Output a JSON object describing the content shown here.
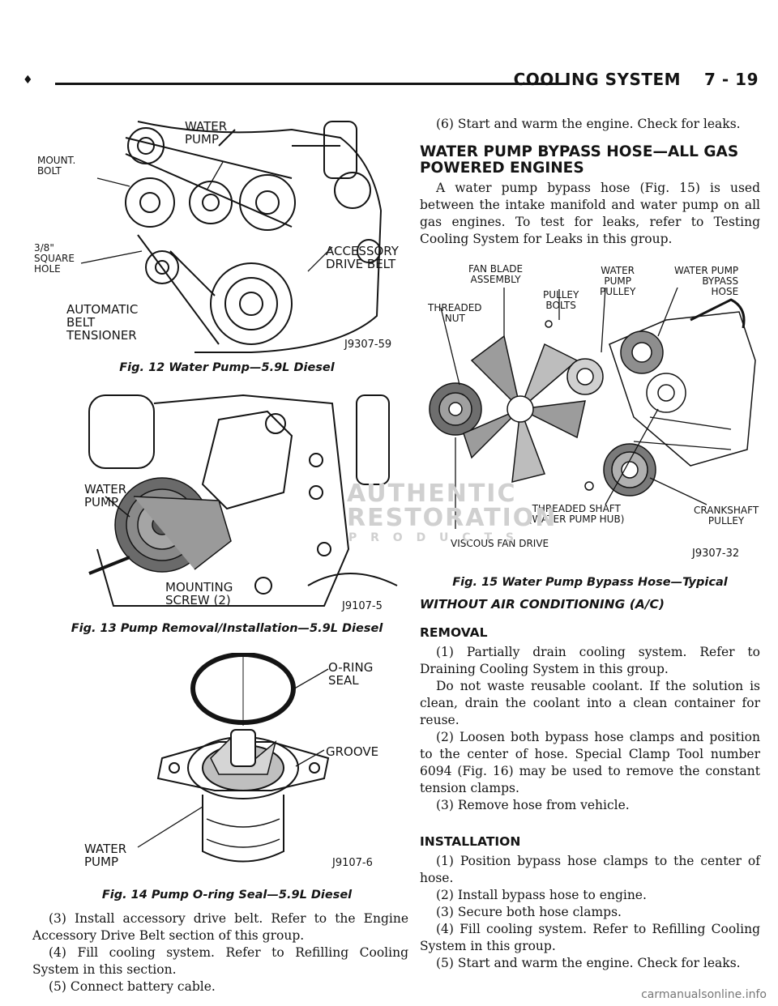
{
  "header": {
    "section": "COOLING SYSTEM",
    "page": "7 - 19",
    "marker": "♦"
  },
  "fig12": {
    "caption": "Fig. 12 Water Pump—5.9L Diesel",
    "code": "J9307-59",
    "labels": {
      "water_pump": "WATER\nPUMP",
      "mount_bolt": "MOUNT.\nBOLT",
      "square_hole": "3/8\"\nSQUARE\nHOLE",
      "tensioner": "AUTOMATIC\nBELT\nTENSIONER",
      "drive_belt": "ACCESSORY\nDRIVE BELT"
    }
  },
  "fig13": {
    "caption": "Fig. 13 Pump Removal/Installation—5.9L Diesel",
    "code": "J9107-5",
    "labels": {
      "water_pump": "WATER\nPUMP",
      "mounting_screw": "MOUNTING\nSCREW (2)"
    }
  },
  "fig14": {
    "caption": "Fig. 14 Pump O-ring Seal—5.9L Diesel",
    "code": "J9107-6",
    "labels": {
      "oring": "O-RING\nSEAL",
      "groove": "GROOVE",
      "water_pump": "WATER\nPUMP"
    }
  },
  "fig15": {
    "caption": "Fig. 15 Water Pump Bypass Hose—Typical",
    "code": "J9307-32",
    "labels": {
      "fan_blade": "FAN BLADE\nASSEMBLY",
      "threaded_nut": "THREADED\nNUT",
      "pulley_bolts": "PULLEY\nBOLTS",
      "wp_pulley": "WATER\nPUMP\nPULLEY",
      "bypass_hose": "WATER PUMP\nBYPASS\nHOSE",
      "threaded_shaft": "THREADED SHAFT\n(WATER PUMP HUB)",
      "crank_pulley": "CRANKSHAFT\nPULLEY",
      "viscous": "VISCOUS FAN DRIVE"
    }
  },
  "watermark": {
    "line1": "AUTHENTIC",
    "line2": "RESTORATION",
    "line3": "P R O D U C T S"
  },
  "left_col": {
    "step3": "(3) Install accessory drive belt. Refer to the Engine Accessory Drive Belt section of this group.",
    "step4": "(4) Fill cooling system. Refer to Refilling Cooling System in this section.",
    "step5": "(5) Connect battery cable."
  },
  "right_col": {
    "step6": "(6) Start and warm the engine. Check for leaks.",
    "heading": "WATER PUMP BYPASS HOSE—ALL GAS POWERED ENGINES",
    "intro": "A water pump bypass hose (Fig. 15) is used between the intake manifold and water pump on all gas engines. To test for leaks, refer to Testing Cooling System for Leaks in this group.",
    "subheading": "WITHOUT AIR CONDITIONING (A/C)",
    "removal_title": "REMOVAL",
    "removal": [
      "(1) Partially drain cooling system. Refer to Draining Cooling System in this group.",
      "Do not waste reusable coolant. If the solution is clean, drain the coolant into a clean container for reuse.",
      "(2) Loosen both bypass hose clamps and position to the center of hose. Special Clamp Tool number 6094 (Fig. 16) may be used to remove the constant tension clamps.",
      "(3) Remove hose from vehicle."
    ],
    "install_title": "INSTALLATION",
    "install": [
      "(1) Position bypass hose clamps to the center of hose.",
      "(2) Install bypass hose to engine.",
      "(3) Secure both hose clamps.",
      "(4) Fill cooling system. Refer to Refilling Cooling System in this group.",
      "(5) Start and warm the engine. Check for leaks."
    ]
  },
  "footer": "carmanualsonline.info"
}
